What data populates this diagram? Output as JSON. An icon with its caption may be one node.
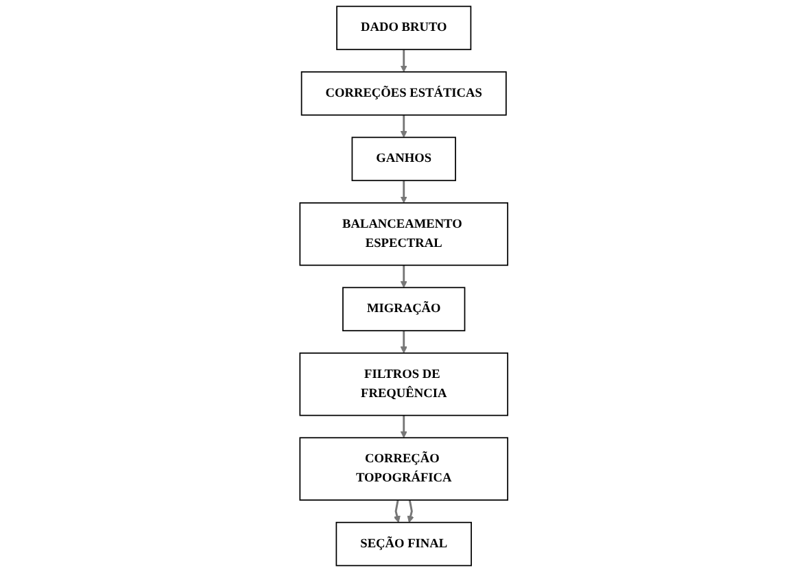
{
  "diagram": {
    "nodes": [
      {
        "text": [
          "DADO BRUTO"
        ]
      },
      {
        "text": [
          "CORREÇÕES ESTÁTICAS"
        ]
      },
      {
        "text": [
          "GANHOS"
        ]
      },
      {
        "text": [
          "BALANCEAMENTO ESPECTRAL"
        ]
      },
      {
        "text": [
          "MIGRAÇÃO"
        ]
      },
      {
        "text": [
          "FILTROS DE FREQUÊNCIA"
        ]
      },
      {
        "text": [
          "CORREÇÃO TOPOGRÁFICA"
        ]
      },
      {
        "text": [
          "SEÇÃO FINAL"
        ]
      }
    ],
    "edges": [
      {
        "from": 0,
        "to": 1,
        "arrow": "to"
      },
      {
        "from": 1,
        "to": 2,
        "arrow": "to"
      },
      {
        "from": 2,
        "to": 3,
        "arrow": "to"
      },
      {
        "from": 3,
        "to": 4,
        "arrow": "to"
      },
      {
        "from": 4,
        "to": 5,
        "arrow": "to"
      },
      {
        "from": 5,
        "to": 6,
        "arrow": "to"
      },
      {
        "from": 6,
        "to": 7,
        "arrow": "to"
      },
      {
        "from": 6,
        "to": 7,
        "arrow": "to"
      }
    ]
  }
}
